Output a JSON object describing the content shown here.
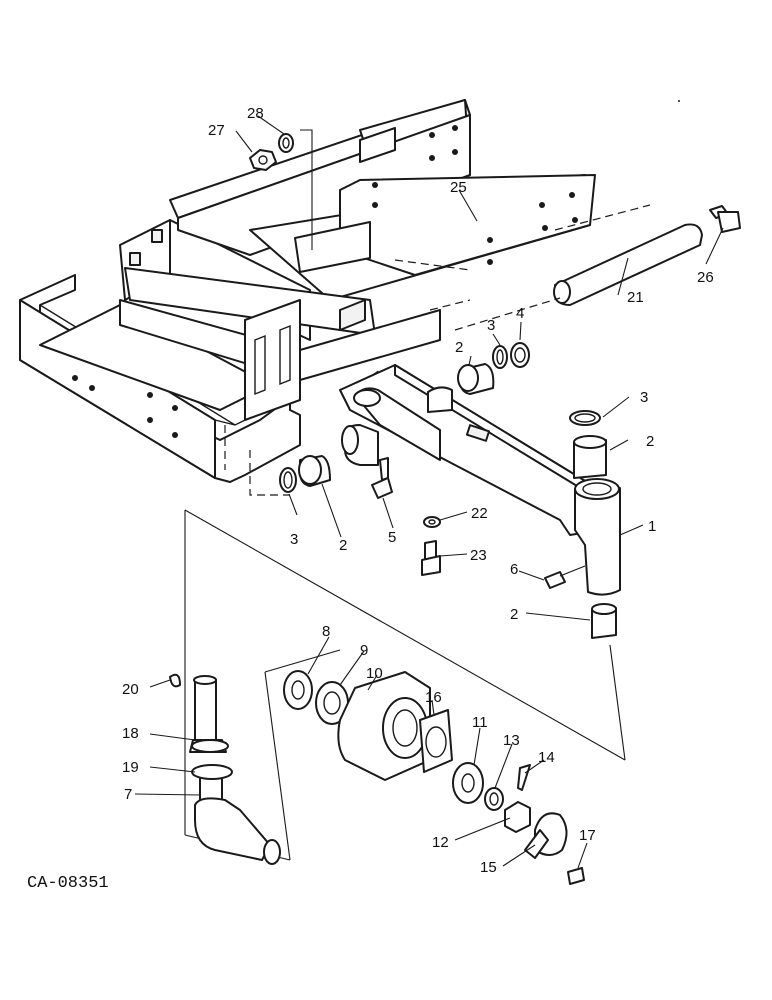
{
  "drawing_code": "CA-08351",
  "callouts": [
    {
      "id": "c-28",
      "text": "28"
    },
    {
      "id": "c-27",
      "text": "27"
    },
    {
      "id": "c-25",
      "text": "25"
    },
    {
      "id": "c-26",
      "text": "26"
    },
    {
      "id": "c-21",
      "text": "21"
    },
    {
      "id": "c-4",
      "text": "4"
    },
    {
      "id": "c-3a",
      "text": "3"
    },
    {
      "id": "c-2a",
      "text": "2"
    },
    {
      "id": "c-3b",
      "text": "3"
    },
    {
      "id": "c-2b",
      "text": "2"
    },
    {
      "id": "c-1",
      "text": "1"
    },
    {
      "id": "c-22",
      "text": "22"
    },
    {
      "id": "c-3c",
      "text": "3"
    },
    {
      "id": "c-2c",
      "text": "2"
    },
    {
      "id": "c-5",
      "text": "5"
    },
    {
      "id": "c-6",
      "text": "6"
    },
    {
      "id": "c-23",
      "text": "23"
    },
    {
      "id": "c-2d",
      "text": "2"
    },
    {
      "id": "c-8",
      "text": "8"
    },
    {
      "id": "c-9",
      "text": "9"
    },
    {
      "id": "c-10",
      "text": "10"
    },
    {
      "id": "c-16",
      "text": "16"
    },
    {
      "id": "c-11",
      "text": "11"
    },
    {
      "id": "c-13",
      "text": "13"
    },
    {
      "id": "c-14",
      "text": "14"
    },
    {
      "id": "c-20",
      "text": "20"
    },
    {
      "id": "c-18",
      "text": "18"
    },
    {
      "id": "c-19",
      "text": "19"
    },
    {
      "id": "c-7",
      "text": "7"
    },
    {
      "id": "c-17",
      "text": "17"
    },
    {
      "id": "c-12",
      "text": "12"
    },
    {
      "id": "c-15",
      "text": "15"
    }
  ]
}
